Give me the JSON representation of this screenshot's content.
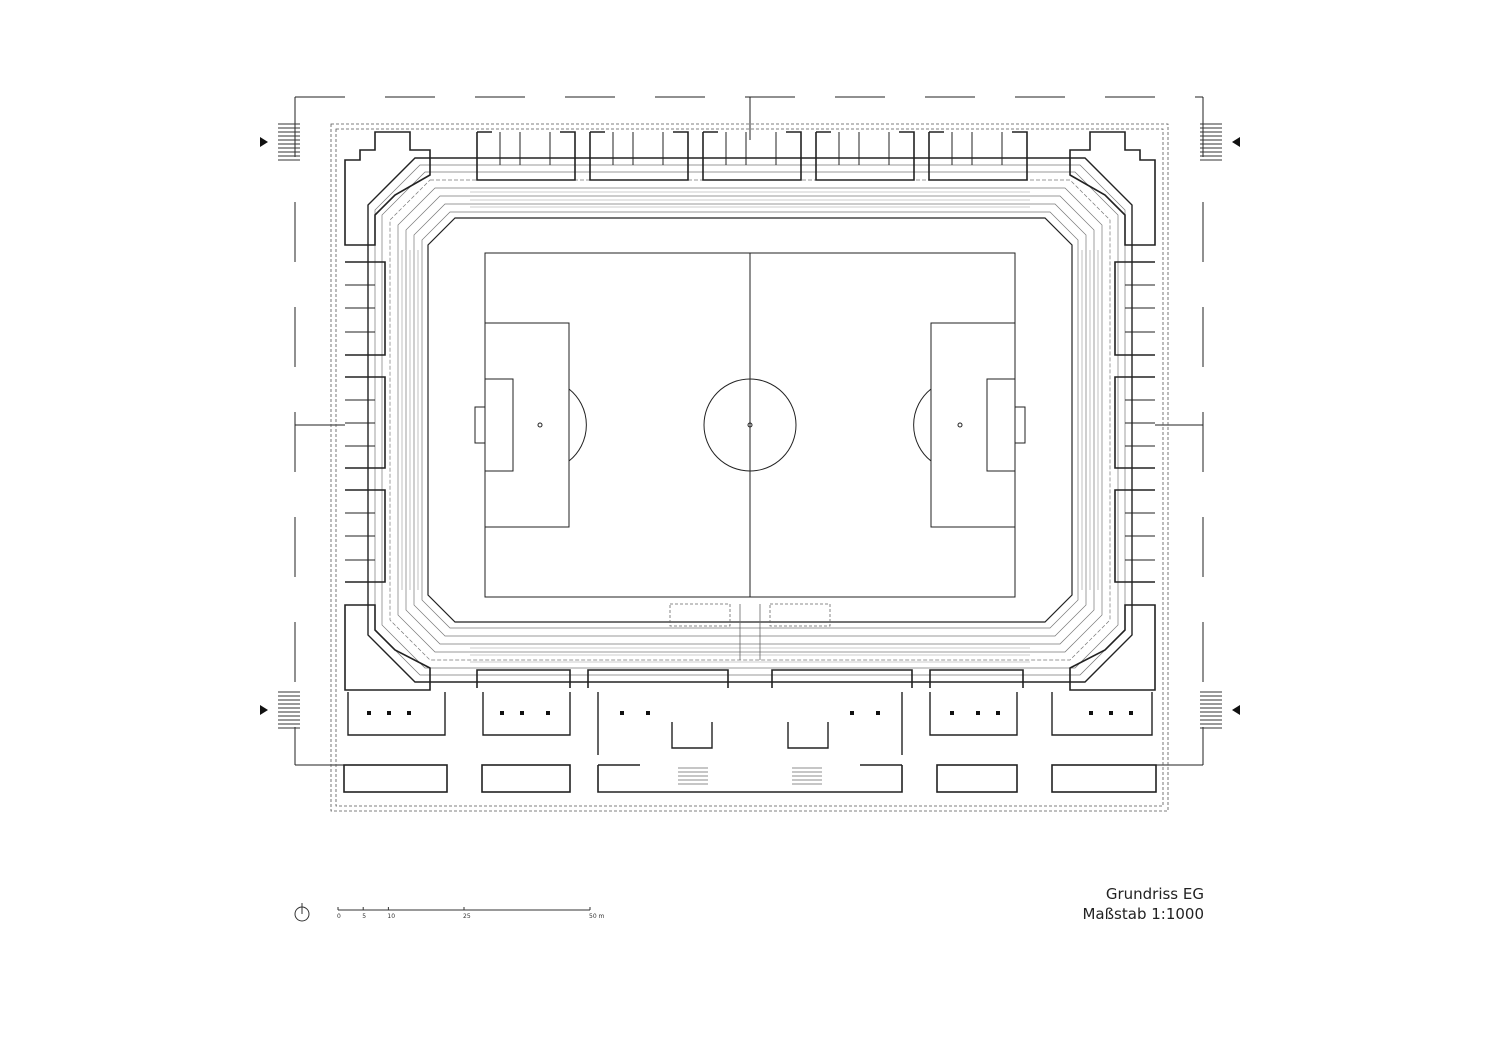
{
  "title_block": {
    "title": "Grundriss EG",
    "scale": "Maßstab 1:1000"
  },
  "scale_bar": {
    "ticks": [
      "0",
      "5",
      "10",
      "25",
      "50 m"
    ],
    "values_m": [
      0,
      5,
      10,
      25,
      50
    ]
  },
  "icons": {
    "north_arrow": "north-arrow-icon",
    "section_markers": "section-arrow-icon"
  },
  "colors": {
    "line": "#222222",
    "thin_line": "#555555",
    "hatch": "#999999"
  }
}
